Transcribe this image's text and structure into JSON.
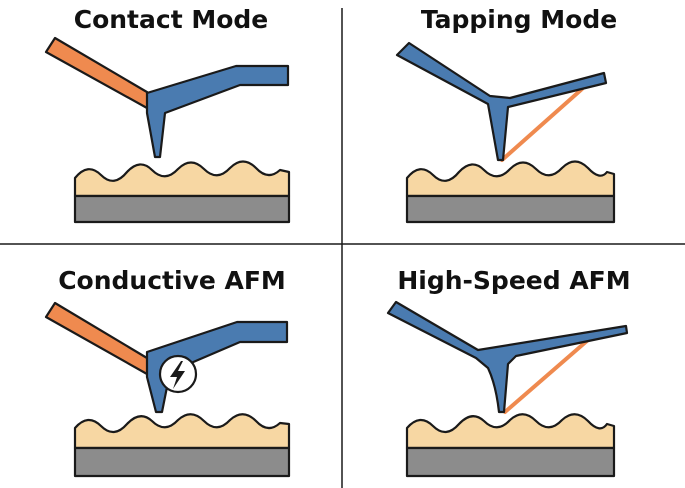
{
  "panels": [
    {
      "title": "Contact Mode"
    },
    {
      "title": "Tapping Mode"
    },
    {
      "title": "Conductive AFM"
    },
    {
      "title": "High-Speed AFM"
    }
  ],
  "colors": {
    "cantilever": "#4a7bb0",
    "laser_arm": "#ef8a4f",
    "laser_beam": "#ef8a4f",
    "sample": "#f7d7a3",
    "substrate": "#8c8c8c",
    "outline": "#1a1a1a",
    "icon_bg": "#ffffff"
  },
  "icons": {
    "conductive": "lightning-bolt-icon"
  }
}
